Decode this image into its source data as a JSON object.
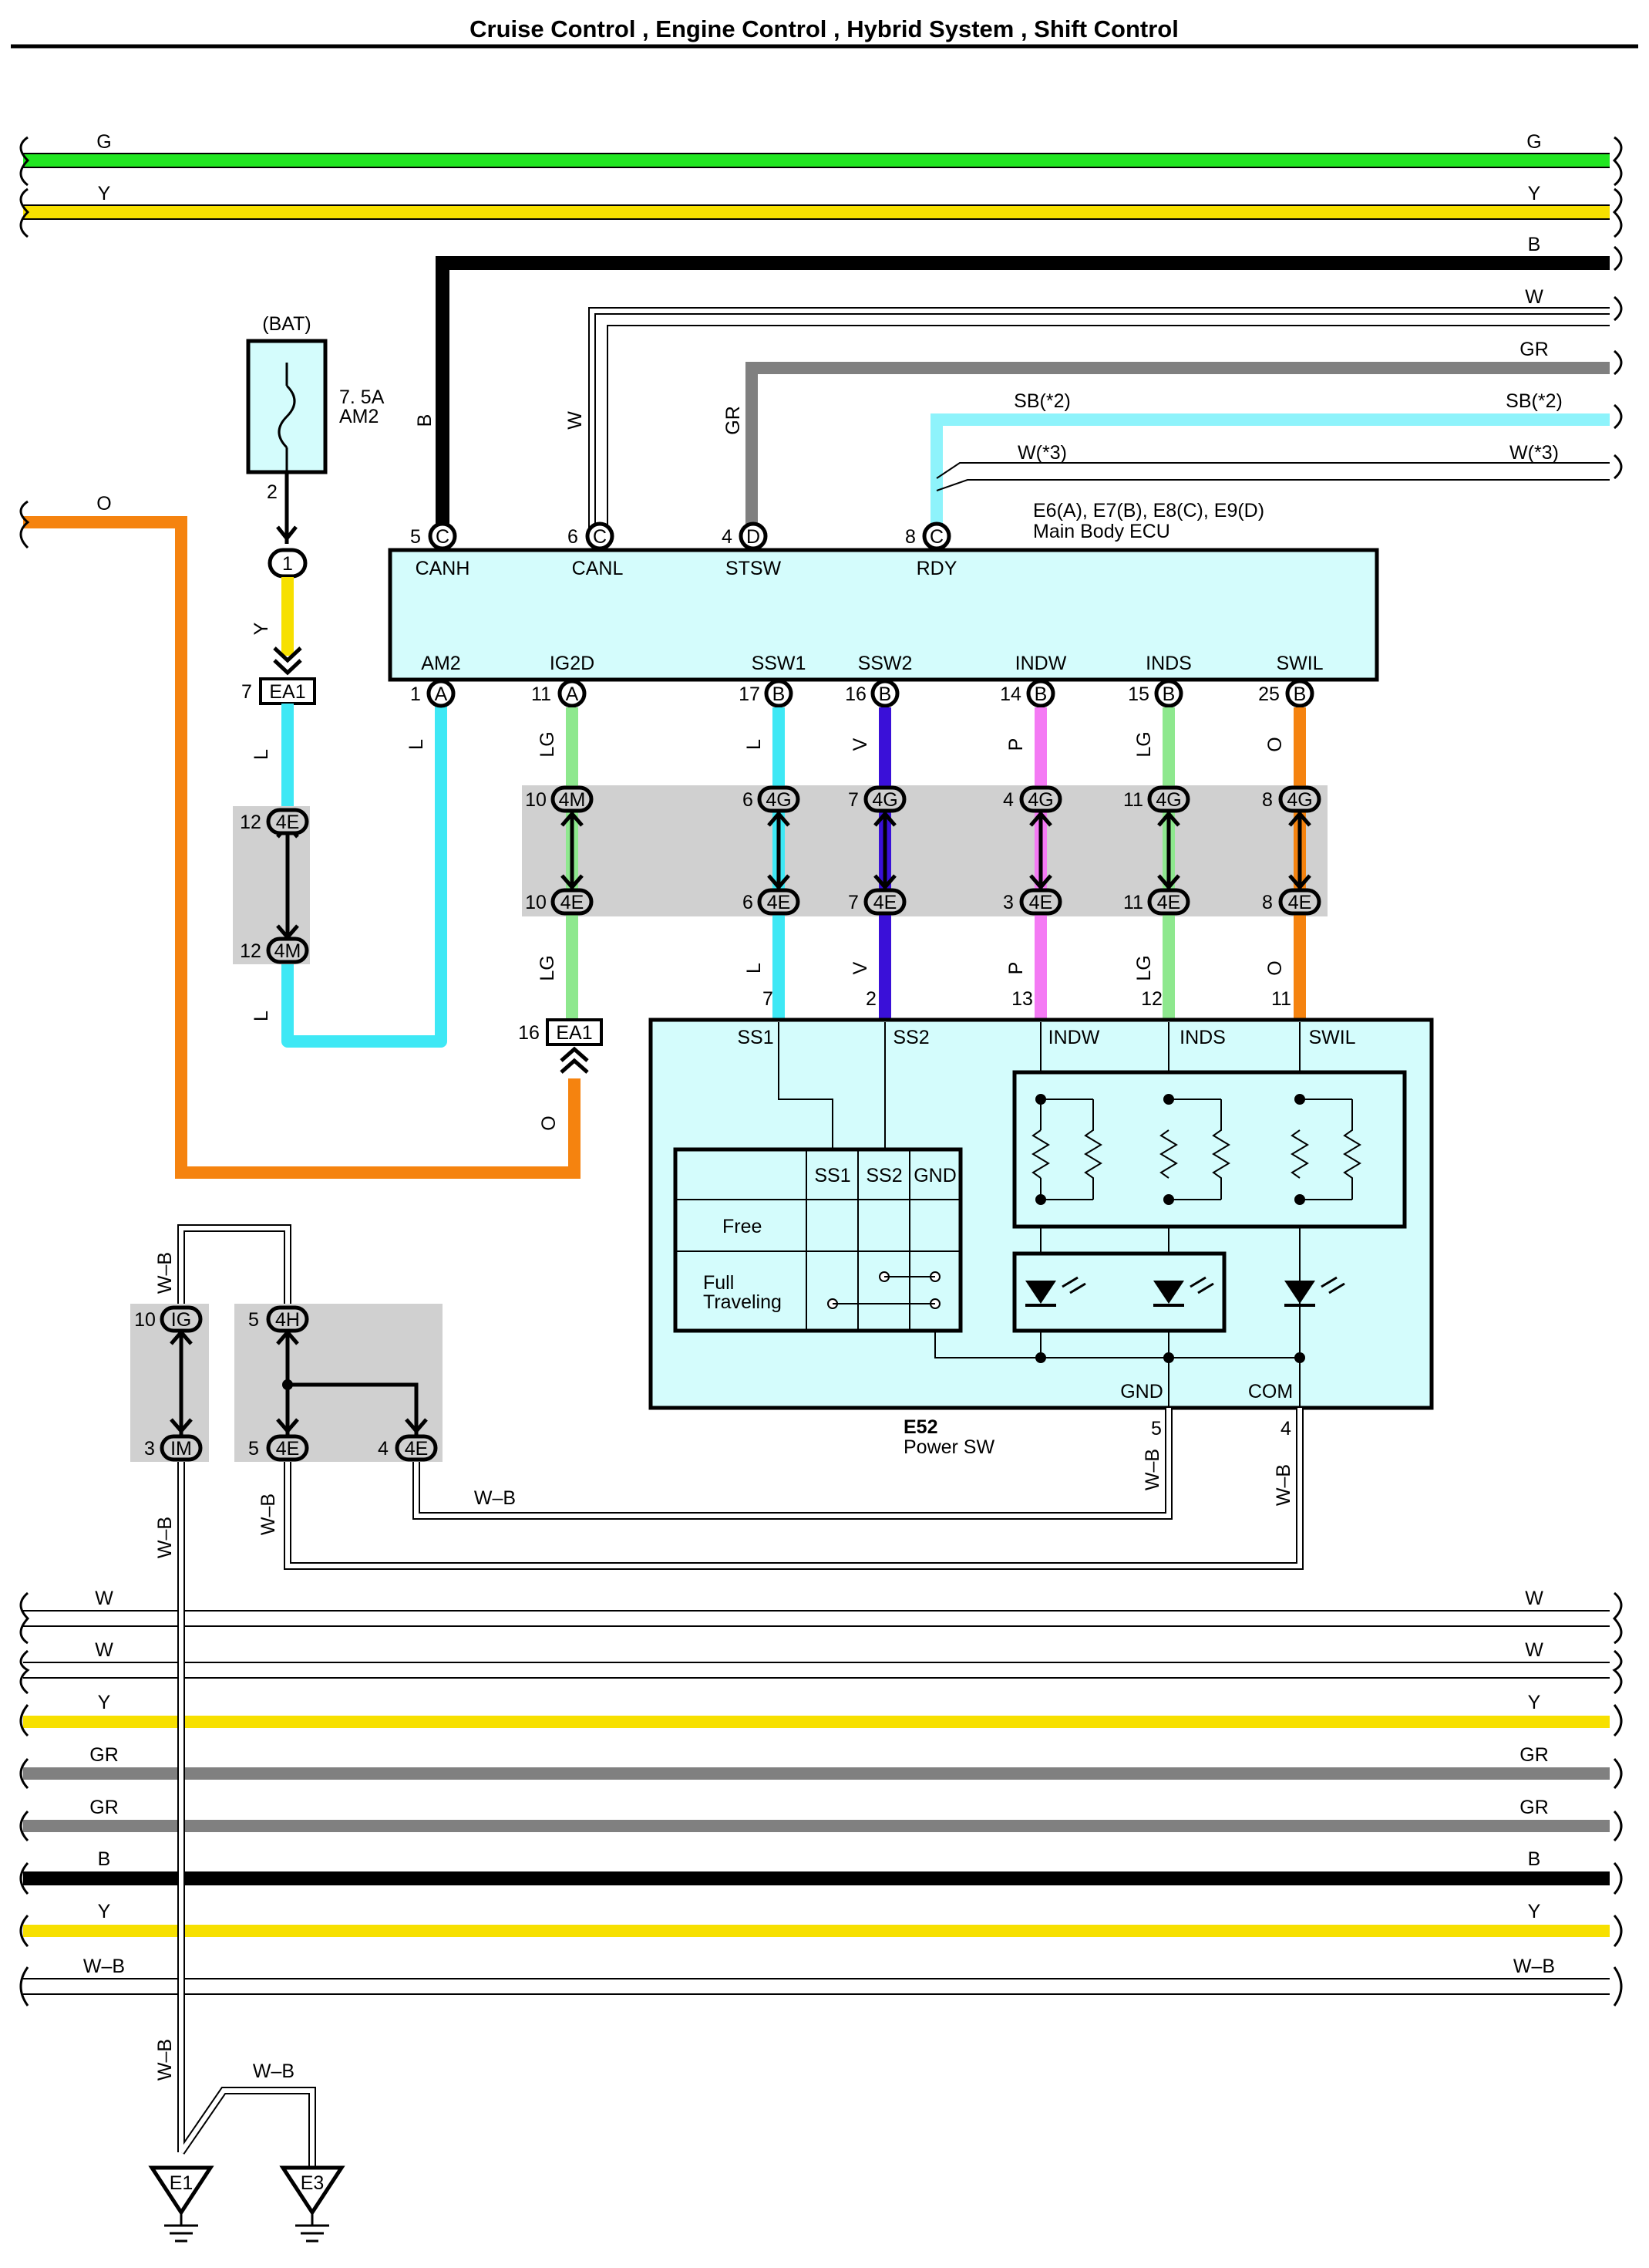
{
  "title": "Cruise Control , Engine Control , Hybrid System , Shift Control",
  "colors": {
    "G": "#22e622",
    "Y": "#f7e000",
    "B": "#000000",
    "W": "#ffffff",
    "GR": "#808080",
    "SB": "#8ef3fb",
    "O": "#f5830f",
    "L": "#3ee8f5",
    "LG": "#8ee88e",
    "V": "#3a10d8",
    "P": "#f47af4",
    "WB": "#ffffff",
    "box_fill": "#d4fcfc",
    "junction_fill": "#d0d0d0"
  },
  "top_wires": [
    {
      "label_left": "G",
      "label_right": "G",
      "color": "G"
    },
    {
      "label_left": "Y",
      "label_right": "Y",
      "color": "Y"
    },
    {
      "label_left": "",
      "label_right": "B",
      "color": "B"
    },
    {
      "label_left": "",
      "label_right": "W",
      "color": "W"
    },
    {
      "label_left": "",
      "label_right": "GR",
      "color": "GR"
    },
    {
      "label_left": "",
      "label_right": "SB(*2)",
      "color": "SB"
    },
    {
      "label_left": "",
      "label_right": "W(*3)",
      "color": "W"
    },
    {
      "label_left": "O",
      "label_right": "",
      "color": "O"
    }
  ],
  "bottom_wires": [
    {
      "label_left": "W",
      "label_right": "W",
      "color": "W"
    },
    {
      "label_left": "W",
      "label_right": "W",
      "color": "W"
    },
    {
      "label_left": "Y",
      "label_right": "Y",
      "color": "Y"
    },
    {
      "label_left": "GR",
      "label_right": "GR",
      "color": "GR"
    },
    {
      "label_left": "GR",
      "label_right": "GR",
      "color": "GR"
    },
    {
      "label_left": "B",
      "label_right": "B",
      "color": "B"
    },
    {
      "label_left": "Y",
      "label_right": "Y",
      "color": "Y"
    },
    {
      "label_left": "W–B",
      "label_right": "W–B",
      "color": "WB"
    }
  ],
  "fuse": {
    "supply": "(BAT)",
    "rating": "7. 5A",
    "name": "AM2",
    "pin": "2",
    "conn_pin": "1"
  },
  "ecu": {
    "title": "E6(A), E7(B), E8(C), E9(D)",
    "subtitle": "Main Body ECU",
    "top_pins": [
      {
        "pin": "5",
        "conn": "C",
        "name": "CANH",
        "wire": "B"
      },
      {
        "pin": "6",
        "conn": "C",
        "name": "CANL",
        "wire": "W"
      },
      {
        "pin": "4",
        "conn": "D",
        "name": "STSW",
        "wire": "GR"
      },
      {
        "pin": "8",
        "conn": "C",
        "name": "RDY",
        "wire": ""
      }
    ],
    "bottom_pins": [
      {
        "pin": "1",
        "conn": "A",
        "name": "AM2",
        "wire": "L"
      },
      {
        "pin": "11",
        "conn": "A",
        "name": "IG2D",
        "wire": "LG"
      },
      {
        "pin": "17",
        "conn": "B",
        "name": "SSW1",
        "wire": "L"
      },
      {
        "pin": "16",
        "conn": "B",
        "name": "SSW2",
        "wire": "V"
      },
      {
        "pin": "14",
        "conn": "B",
        "name": "INDW",
        "wire": "P"
      },
      {
        "pin": "15",
        "conn": "B",
        "name": "INDS",
        "wire": "LG"
      },
      {
        "pin": "25",
        "conn": "B",
        "name": "SWIL",
        "wire": "O"
      }
    ]
  },
  "ea1_top": {
    "pin": "7",
    "name": "EA1",
    "wire_above": "Y",
    "wire_below": "L"
  },
  "ea1_bottom": {
    "pin": "16",
    "name": "EA1",
    "wire_above": "LG",
    "wire_below": "O"
  },
  "left_junction": [
    {
      "pin": "12",
      "name": "4E"
    },
    {
      "pin": "12",
      "name": "4M"
    }
  ],
  "left_l_label": "L",
  "junction_row_top": [
    {
      "pin": "10",
      "name": "4M"
    },
    {
      "pin": "6",
      "name": "4G"
    },
    {
      "pin": "7",
      "name": "4G"
    },
    {
      "pin": "4",
      "name": "4G"
    },
    {
      "pin": "11",
      "name": "4G"
    },
    {
      "pin": "8",
      "name": "4G"
    }
  ],
  "junction_row_bottom": [
    {
      "pin": "10",
      "name": "4E"
    },
    {
      "pin": "6",
      "name": "4E"
    },
    {
      "pin": "7",
      "name": "4E"
    },
    {
      "pin": "3",
      "name": "4E"
    },
    {
      "pin": "11",
      "name": "4E"
    },
    {
      "pin": "8",
      "name": "4E"
    }
  ],
  "lower_wire_labels": [
    "LG",
    "L",
    "V",
    "P",
    "LG",
    "O"
  ],
  "power_sw": {
    "title": "E52",
    "subtitle": "Power SW",
    "input_pins": [
      {
        "pin": "7",
        "name": "SS1"
      },
      {
        "pin": "2",
        "name": "SS2"
      },
      {
        "pin": "13",
        "name": "INDW"
      },
      {
        "pin": "12",
        "name": "INDS"
      },
      {
        "pin": "11",
        "name": "SWIL"
      }
    ],
    "table_headers": [
      "SS1",
      "SS2",
      "GND"
    ],
    "row_free": "Free",
    "row_full_1": "Full",
    "row_full_2": "Traveling",
    "gnd_name": "GND",
    "gnd_pin": "5",
    "com_name": "COM",
    "com_pin": "4"
  },
  "ground_junction": {
    "ig_top": {
      "pin": "10",
      "name": "IG"
    },
    "ig_bottom": {
      "pin": "3",
      "name": "IM"
    },
    "j_top": {
      "pin": "5",
      "name": "4H"
    },
    "j_bottom_left": {
      "pin": "5",
      "name": "4E"
    },
    "j_bottom_right": {
      "pin": "4",
      "name": "4E"
    }
  },
  "wb_label": "W–B",
  "grounds": [
    {
      "name": "E1"
    },
    {
      "name": "E3"
    }
  ]
}
